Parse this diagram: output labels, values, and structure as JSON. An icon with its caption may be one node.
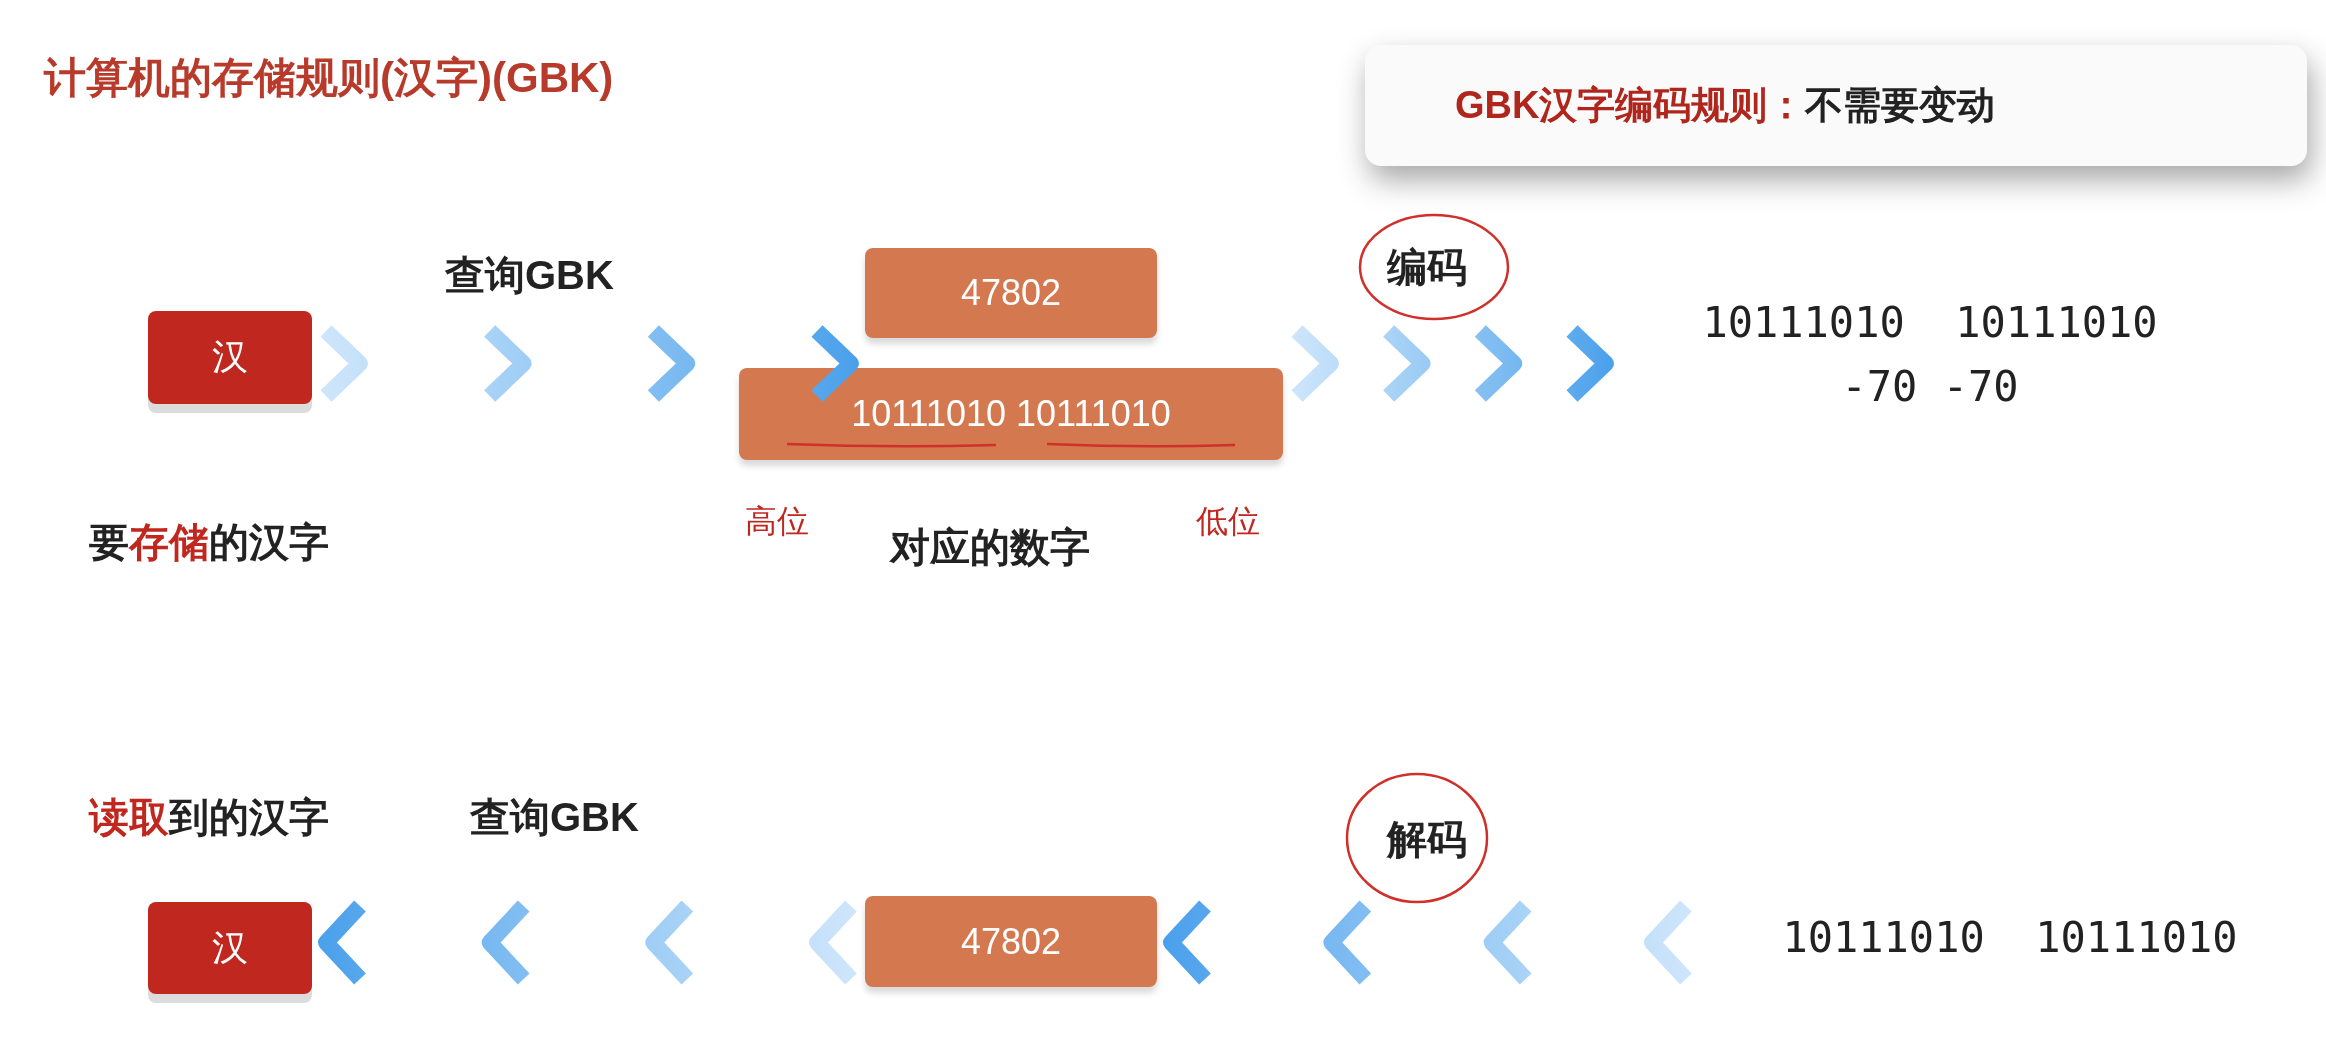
{
  "diagram": {
    "title": "计算机的存储规则(汉字)(GBK)",
    "nodes": [
      {
        "text": [
          "GBK汉字编码规则：",
          "不需要变动"
        ]
      },
      {
        "text": [
          "汉"
        ],
        "beside": [
          "要**存储**的汉字"
        ]
      },
      {
        "text": [
          "47802"
        ]
      },
      {
        "text": [
          "10111010 10111010"
        ]
      },
      {
        "text": [
          "10111010  10111010",
          "-70 -70"
        ]
      },
      {
        "text": [
          "汉"
        ],
        "beside": [
          "**读取**到的汉字"
        ]
      },
      {
        "text": [
          "47802"
        ]
      },
      {
        "text": [
          "10111010  10111010"
        ]
      }
    ],
    "edges": [
      {
        "from": 1,
        "to": 2,
        "arrow": "to",
        "label": "查询GBK"
      },
      {
        "from": 3,
        "to": 4,
        "arrow": "to",
        "label": "编码"
      },
      {
        "from": 7,
        "to": 6,
        "arrow": "to",
        "label": "解码"
      },
      {
        "from": 6,
        "to": 5,
        "arrow": "to",
        "label": "查询GBK"
      }
    ],
    "labels": [
      "高位",
      "对应的数字",
      "低位"
    ]
  }
}
